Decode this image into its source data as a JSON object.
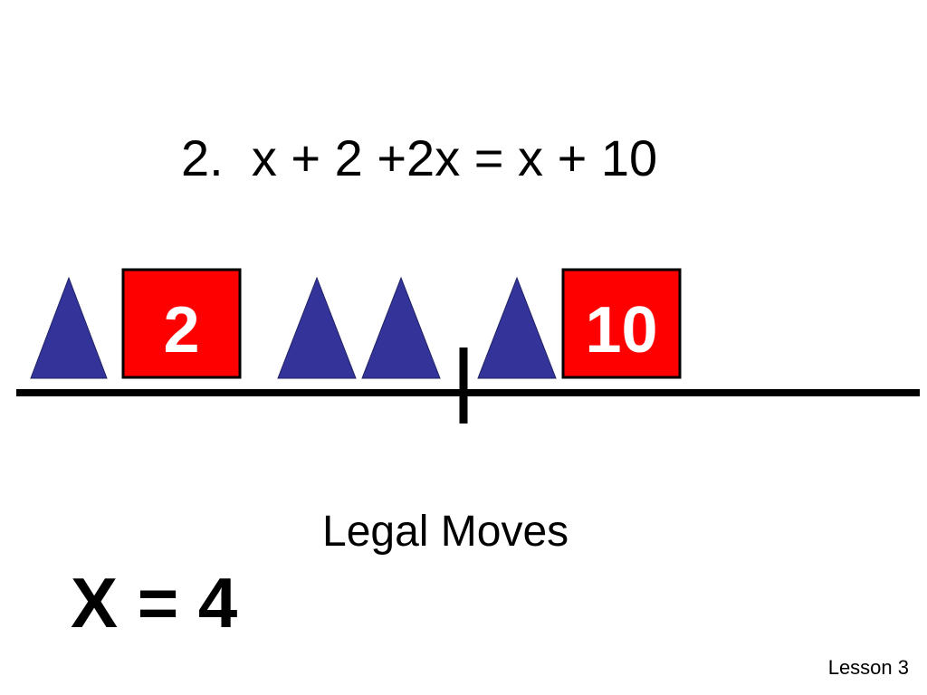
{
  "slide": {
    "equation": "2.  x + 2 +2x = x + 10",
    "subtitle": "Legal Moves",
    "answer": "X = 4",
    "footer": "Lesson 3"
  },
  "balance": {
    "tiles": [
      {
        "kind": "x-triangle"
      },
      {
        "kind": "unit-box",
        "value": "2"
      },
      {
        "kind": "x-triangle"
      },
      {
        "kind": "x-triangle"
      },
      {
        "kind": "x-triangle"
      },
      {
        "kind": "unit-box",
        "value": "10"
      }
    ]
  },
  "colors": {
    "triangle_fill": "#333399",
    "box_fill": "#ff0000",
    "box_text": "#ffffff",
    "line": "#000000",
    "background": "#ffffff"
  },
  "icons": {
    "x_tile": "triangle-icon",
    "unit_tile": "square-box-icon"
  }
}
